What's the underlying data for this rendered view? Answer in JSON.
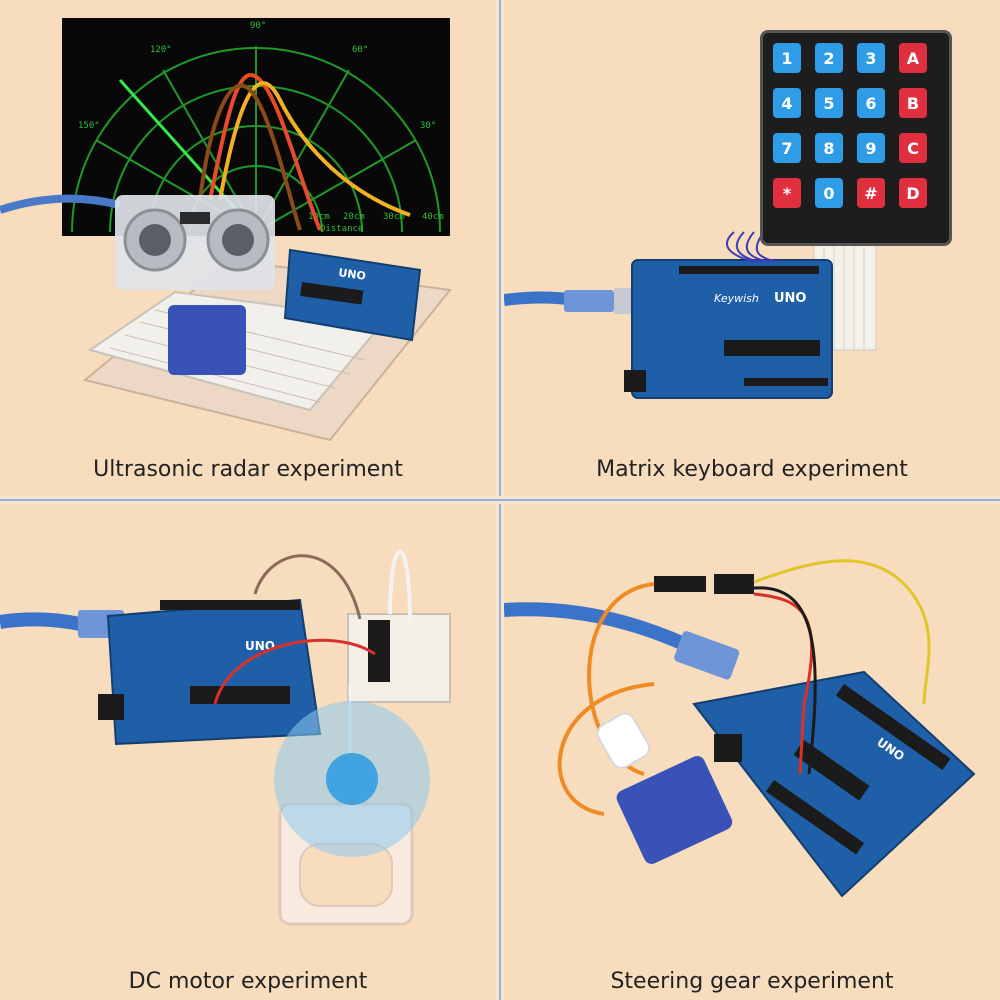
{
  "captions": {
    "radar": "Ultrasonic radar experiment",
    "keyboard": "Matrix keyboard experiment",
    "motor": "DC motor experiment",
    "servo": "Steering gear experiment"
  },
  "board": {
    "brand": "Keywish",
    "model": "UNO"
  },
  "radar_screen": {
    "angle_labels": [
      "90°",
      "120°",
      "60°",
      "150°",
      "30°"
    ],
    "distance_labels": [
      "10cm",
      "20cm",
      "30cm",
      "40cm"
    ],
    "footer_label": "Distance"
  },
  "keypad": {
    "keys": [
      [
        "1",
        "2",
        "3",
        "A"
      ],
      [
        "4",
        "5",
        "6",
        "B"
      ],
      [
        "7",
        "8",
        "9",
        "C"
      ],
      [
        "*",
        "0",
        "#",
        "D"
      ]
    ]
  },
  "colors": {
    "background": "#f7dcbd",
    "board_blue": "#1f5fa8",
    "radar_green": "#2fbf3a",
    "key_blue": "#2e9ce6",
    "key_red": "#e03040"
  }
}
